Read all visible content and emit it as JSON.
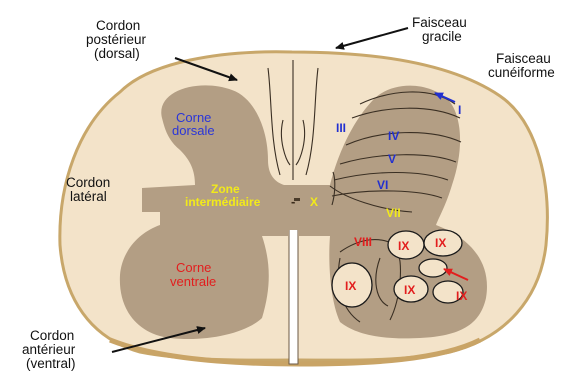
{
  "labels": {
    "dorsal_cord": [
      "Cordon",
      "postérieur",
      "(dorsal)"
    ],
    "gracile": [
      "Faisceau",
      "gracile"
    ],
    "cuneiform": [
      "Faisceau",
      "cunéiforme"
    ],
    "lateral_cord": [
      "Cordon",
      "latéral"
    ],
    "ventral_cord": [
      "Cordon",
      "antérieur",
      "(ventral)"
    ],
    "dorsal_horn": [
      "Corne",
      "dorsale"
    ],
    "intermediate_zone": [
      "Zone",
      "intermédiaire"
    ],
    "ventral_horn": [
      "Corne",
      "ventrale"
    ],
    "lamina_x": "X",
    "lamina_x_dash": "-"
  },
  "laminae": {
    "I": "I",
    "III": "III",
    "IV": "IV",
    "V": "V",
    "VI": "VI",
    "VII": "VII",
    "VIII": "VIII",
    "IX": "IX"
  },
  "colors": {
    "white_matter": "#f3e3c9",
    "grey_matter": "#b39e84",
    "rim": "#c8a76a",
    "lamina_blue": "#2230d0",
    "zone_yellow": "#f2ea1a",
    "motor_red": "#e21e1e"
  }
}
